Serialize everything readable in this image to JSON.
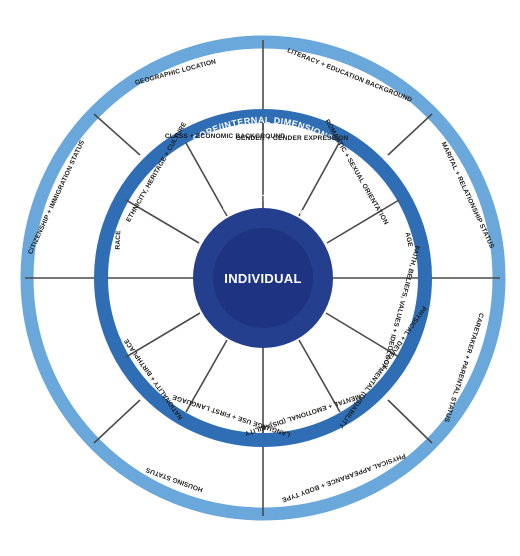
{
  "outer_ring": {
    "title": "SECONDARY/EXTERNAL DIMENSIONS",
    "color": "#6aa7db"
  },
  "inner_ring": {
    "title": "CORE/INTERNAL DIMENSIONS",
    "color": "#2f6db5"
  },
  "self_ring": {
    "title": "SELF-IDENTIFICATION",
    "color": "#233f8e"
  },
  "center": {
    "label": "INDIVIDUAL",
    "color": "#1f3480"
  },
  "secondary_dimensions": [
    "GEOGRAPHIC LOCATION",
    "LITERACY + EDUCATION BACKGROUND",
    "MARITAL + RELATIONSHIP STATUS",
    "CARETAKER + PARENTAL STATUS",
    "PHYSICAL APPEARANCE + BODY TYPE",
    "HOUSING STATUS",
    "CITIZENSHIP + IMMIGRATION STATUS"
  ],
  "core_dimensions": [
    "GENDER + GENDER EXPRESSION",
    "ROMANTIC + SEXUAL ORIENTATION",
    "AGE",
    "FAITH, BELIEFS, VALUES + IDEOLOGY",
    "PHYSICAL + DEVELOPMENTAL (DIS)ABILITY",
    "MENTAL + EMOTIONAL (DIS)ABILITY",
    "LANGUAGE USE + FIRST LANGUAGE",
    "NATIONALITY + BIRTHPLACE",
    "RACE",
    "ETHNICITY, HERITAGE + CULTURE",
    "CLASS + ECONOMIC BACKGROUND"
  ]
}
